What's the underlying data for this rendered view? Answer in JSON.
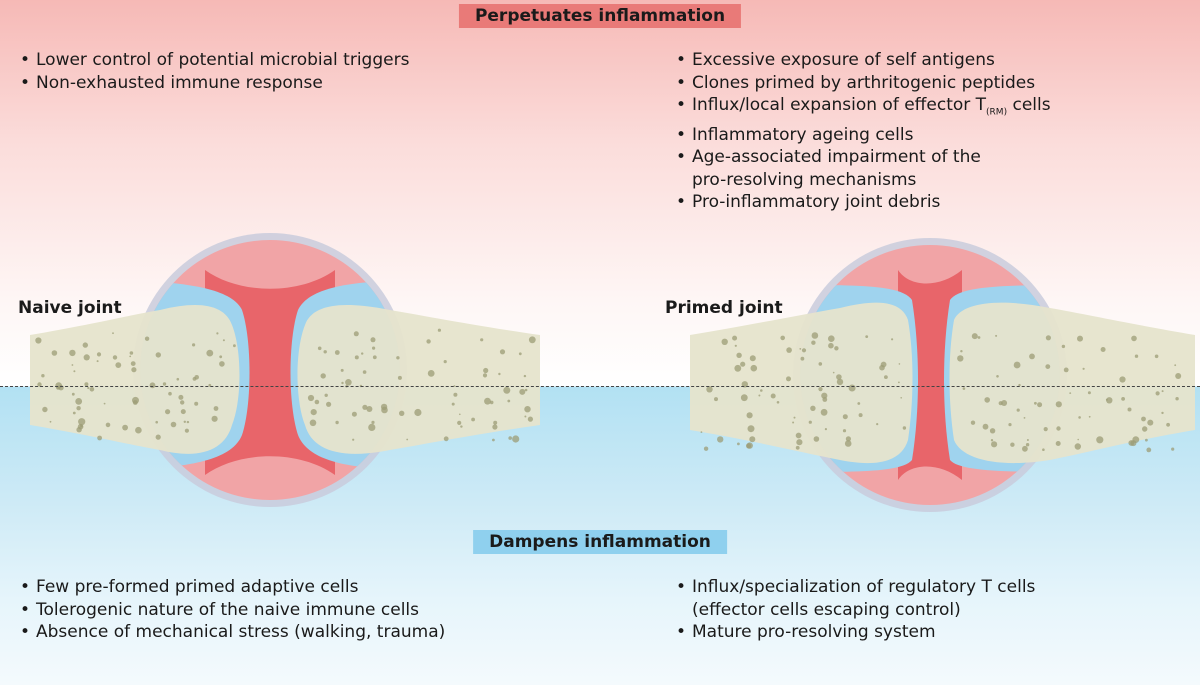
{
  "top_heading": "Perpetuates inflammation",
  "bottom_heading": "Dampens inflammation",
  "top_left_bullets": [
    "Lower control of potential microbial triggers",
    "Non-exhausted immune response"
  ],
  "top_right_bullets": [
    "Excessive exposure of self antigens",
    "Clones primed by arthritogenic peptides",
    {
      "pre": "Influx/local expansion of effector T",
      "sub": "(RM)",
      "post": " cells"
    },
    "Inflammatory ageing cells",
    "Age-associated impairment of the\npro-resolving mechanisms",
    "Pro-inflammatory joint debris"
  ],
  "bottom_left_bullets": [
    "Few pre-formed primed adaptive cells",
    "Tolerogenic nature of the naive immune cells",
    "Absence of mechanical stress (walking, trauma)"
  ],
  "bottom_right_bullets": [
    "Influx/specialization of regulatory T cells\n(effector cells escaping control)",
    "Mature pro-resolving system"
  ],
  "joints": {
    "naive_label": "Naive joint",
    "primed_label": "Primed joint"
  },
  "colors": {
    "top_heading_bg": "#e97a78",
    "bottom_heading_bg": "#8fd0ee",
    "bone": "#e6e4cc",
    "synovium": "#e8656a",
    "cartilage": "#9fd3ee",
    "capsule": "#c9cbdc",
    "pores": "#9c9c76"
  }
}
